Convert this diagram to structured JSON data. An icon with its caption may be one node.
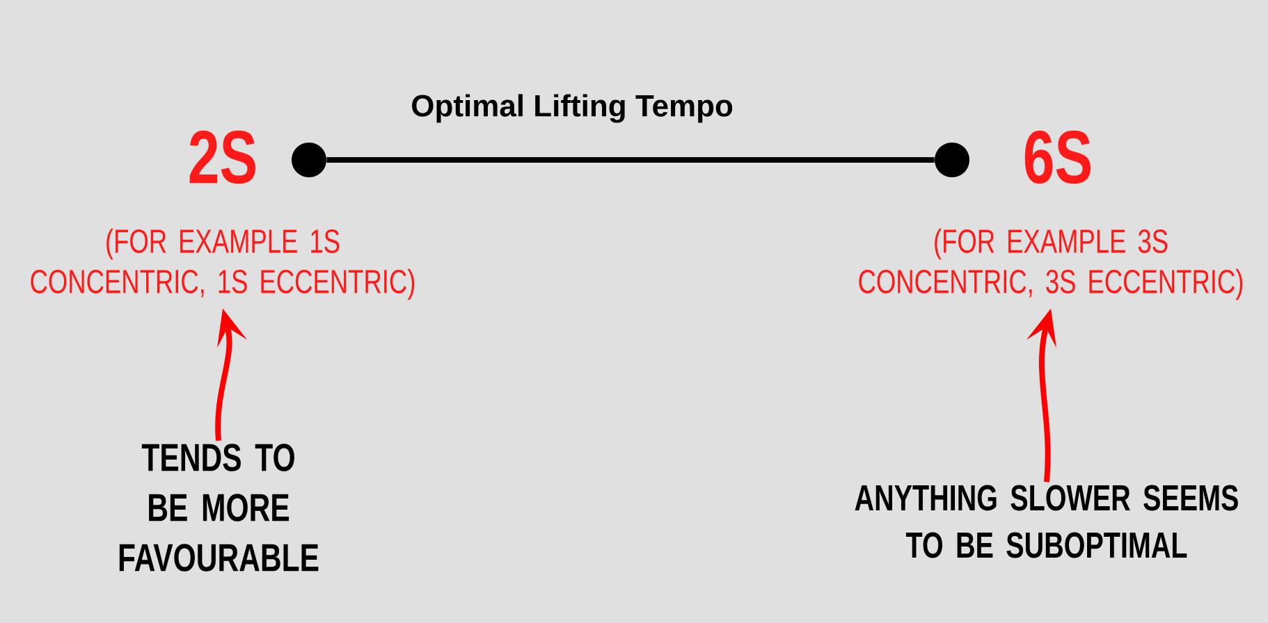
{
  "diagram": {
    "title": "Optimal Lifting Tempo",
    "nodes": [
      {
        "text": [],
        "shape": "circle",
        "beside": [
          "2S"
        ]
      },
      {
        "text": [],
        "shape": "circle",
        "beside": [
          "6S"
        ]
      },
      {
        "text": [
          "(FOR EXAMPLE 1S CONCENTRIC, 1S ECCENTRIC)"
        ]
      },
      {
        "text": [
          "(FOR EXAMPLE 3S CONCENTRIC, 3S ECCENTRIC)"
        ]
      },
      {
        "text": [
          "TENDS TO BE MORE FAVOURABLE"
        ]
      },
      {
        "text": [
          "ANYTHING SLOWER SEEMS TO BE SUBOPTIMAL"
        ]
      }
    ],
    "edges": [
      {
        "from": 0,
        "to": 1,
        "arrow": "none",
        "color": "#000000"
      },
      {
        "from": 4,
        "to": 2,
        "arrow": "to",
        "color": "#ff0000"
      },
      {
        "from": 5,
        "to": 3,
        "arrow": "to",
        "color": "#ff0000"
      }
    ]
  }
}
